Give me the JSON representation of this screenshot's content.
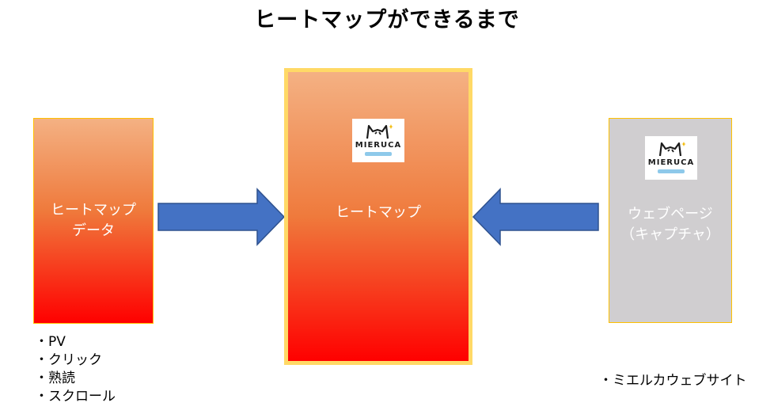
{
  "title": "ヒートマップができるまで",
  "nodes": {
    "left": {
      "label": "ヒートマップ\nデータ"
    },
    "center": {
      "label": "ヒートマップ",
      "logo": {
        "wordmark": "MIERUCA",
        "icon": "mieruca-logo-icon"
      }
    },
    "right": {
      "label": "ウェブページ\n（キャプチャ）",
      "logo": {
        "wordmark": "MIERUCA",
        "icon": "mieruca-logo-icon"
      }
    }
  },
  "edges": [
    {
      "from": "left",
      "to": "center",
      "direction": "right",
      "color": "#4472c4"
    },
    {
      "from": "right",
      "to": "center",
      "direction": "left",
      "color": "#4472c4"
    }
  ],
  "notes": {
    "left": [
      "・PV",
      "・クリック",
      "・熟読",
      "・スクロール"
    ],
    "right": [
      "・ミエルカウェブサイト"
    ]
  },
  "colors": {
    "gradient_top": "#f4b183",
    "gradient_bottom": "#ff0000",
    "center_border": "#ffd966",
    "arrow_fill": "#4472c4",
    "page_box": "#d0ced0"
  }
}
